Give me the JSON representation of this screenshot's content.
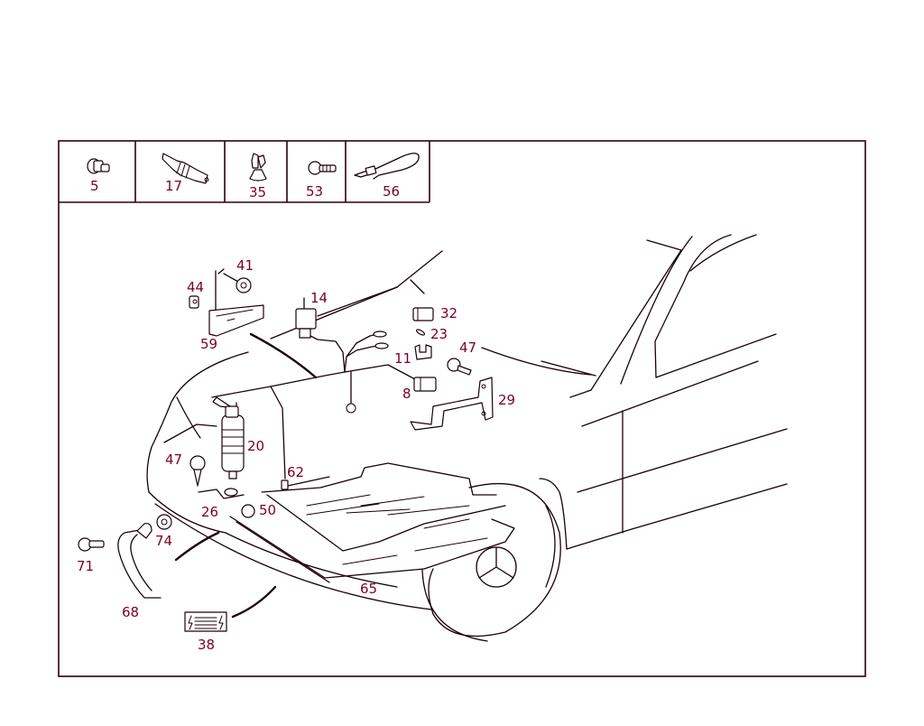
{
  "diagram": {
    "legend": [
      {
        "num": "5",
        "icon": "plug-icon"
      },
      {
        "num": "17",
        "icon": "grommet-sleeve-icon"
      },
      {
        "num": "35",
        "icon": "clip-icon"
      },
      {
        "num": "53",
        "icon": "screw-icon"
      },
      {
        "num": "56",
        "icon": "cable-tie-icon"
      }
    ],
    "callouts": {
      "c41": "41",
      "c44": "44",
      "c59": "59",
      "c14": "14",
      "c32": "32",
      "c23": "23",
      "c11": "11",
      "c47a": "47",
      "c8": "8",
      "c29": "29",
      "c20": "20",
      "c47b": "47",
      "c62": "62",
      "c26": "26",
      "c50": "50",
      "c74": "74",
      "c71": "71",
      "c68": "68",
      "c65": "65",
      "c38": "38"
    },
    "colors": {
      "line": "#1a0008",
      "label": "#7a0020",
      "background": "#ffffff"
    }
  }
}
